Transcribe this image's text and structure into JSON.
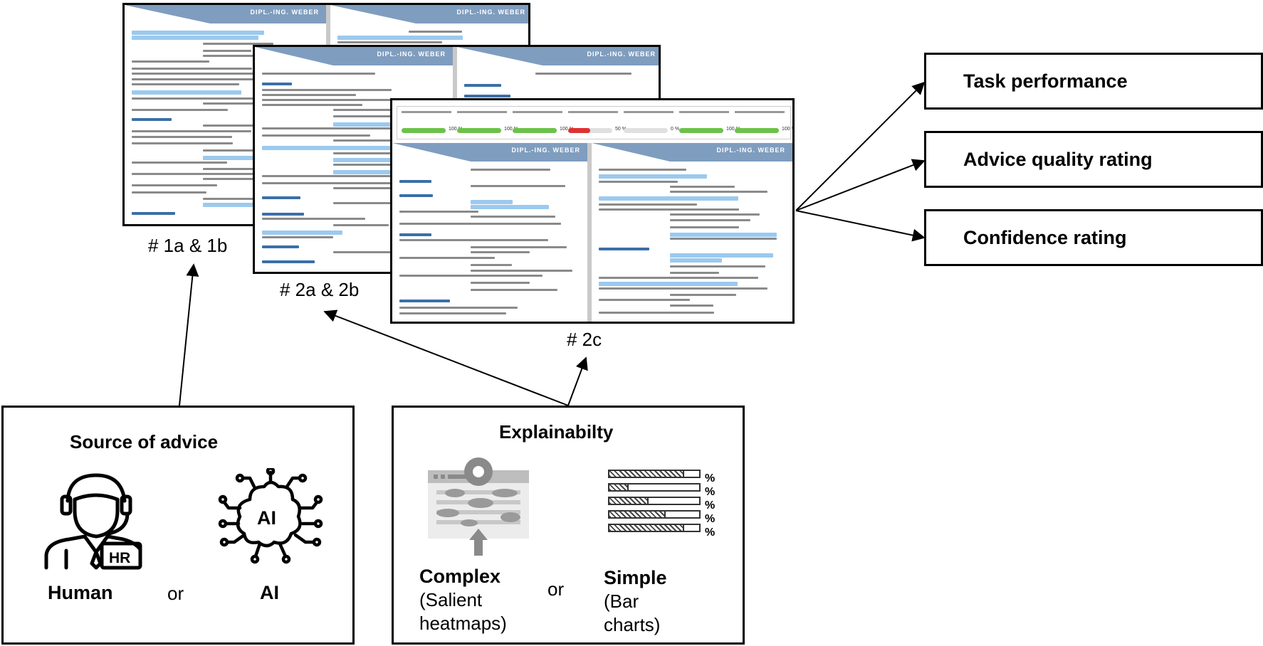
{
  "cv_header": "DIPL.-ING. WEBER",
  "documents": {
    "doc1": {
      "label": "# 1a & 1b"
    },
    "doc2": {
      "label": "# 2a & 2b"
    },
    "doc3": {
      "label": "# 2c",
      "metrics": [
        {
          "value": "100 %",
          "fill": 1.0,
          "color": "#6cc24a"
        },
        {
          "value": "100 %",
          "fill": 1.0,
          "color": "#6cc24a"
        },
        {
          "value": "100 %",
          "fill": 1.0,
          "color": "#6cc24a"
        },
        {
          "value": "50 %",
          "fill": 0.5,
          "color": "#e03030"
        },
        {
          "value": "0 %",
          "fill": 0.0,
          "color": "#bbbbbb"
        },
        {
          "value": "100 %",
          "fill": 1.0,
          "color": "#6cc24a"
        },
        {
          "value": "100 %",
          "fill": 1.0,
          "color": "#6cc24a"
        }
      ]
    }
  },
  "outcomes": [
    {
      "label": "Task performance"
    },
    {
      "label": "Advice quality rating"
    },
    {
      "label": "Confidence rating"
    }
  ],
  "source_panel": {
    "title": "Source of advice",
    "human": "Human",
    "or": "or",
    "ai": "AI",
    "hr_badge": "HR",
    "ai_badge": "AI"
  },
  "explain_panel": {
    "title": "Explainabilty",
    "complex": "Complex",
    "complex_sub1": "(Salient",
    "complex_sub2": "heatmaps)",
    "or": "or",
    "simple": "Simple",
    "simple_sub1": "(Bar",
    "simple_sub2": "charts)",
    "percent_sign": "%",
    "bar_levels": [
      0.82,
      0.22,
      0.44,
      0.62,
      0.82
    ]
  },
  "colors": {
    "banner": "#7f9dbf",
    "highlight": "#9cc9ee",
    "accent": "#3b6fa8"
  }
}
